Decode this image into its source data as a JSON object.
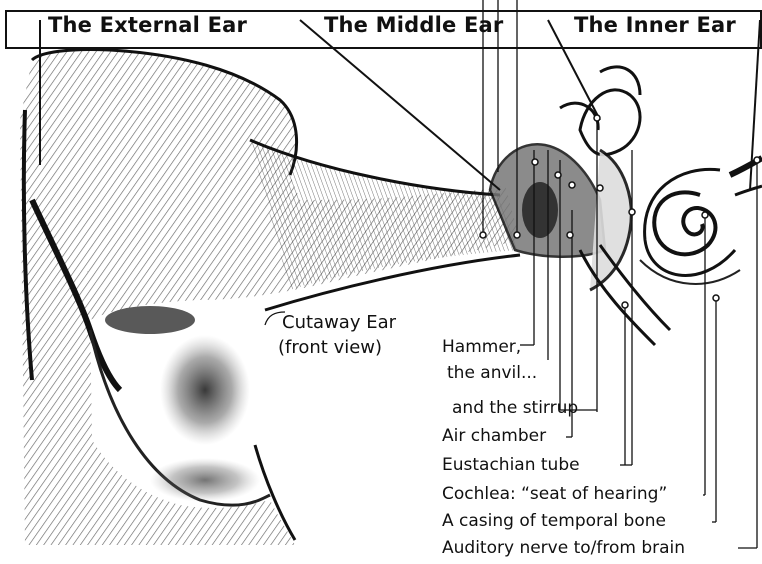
{
  "header": {
    "external_ear": "The External Ear",
    "middle_ear": "The Middle Ear",
    "inner_ear": "The Inner Ear"
  },
  "caption": {
    "line1": "Cutaway Ear",
    "line2": "(front view)"
  },
  "labels": [
    "Hammer,",
    "the anvil...",
    "and the stirrup",
    "Air chamber",
    "Eustachian tube",
    "Cochlea: “seat of hearing”",
    "A casing of temporal bone",
    "Auditory nerve to/from brain"
  ]
}
